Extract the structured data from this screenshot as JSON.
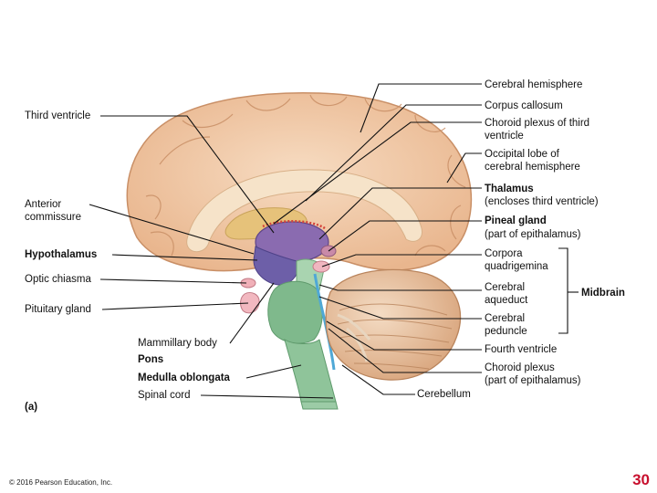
{
  "labels": {
    "cerebral_hemisphere": "Cerebral hemisphere",
    "corpus_callosum": "Corpus callosum",
    "choroid_plexus_third_1": "Choroid plexus of third",
    "choroid_plexus_third_2": "ventricle",
    "occipital_lobe_1": "Occipital lobe of",
    "occipital_lobe_2": "cerebral hemisphere",
    "thalamus": "Thalamus",
    "thalamus_note": "(encloses third ventricle)",
    "pineal_gland": "Pineal gland",
    "pineal_note": "(part of epithalamus)",
    "corpora_1": "Corpora",
    "corpora_2": "quadrigemina",
    "cerebral_aqueduct_1": "Cerebral",
    "cerebral_aqueduct_2": "aqueduct",
    "midbrain": "Midbrain",
    "cerebral_peduncle_1": "Cerebral",
    "cerebral_peduncle_2": "peduncle",
    "fourth_ventricle": "Fourth ventricle",
    "choroid_plexus_1": "Choroid plexus",
    "choroid_plexus_2": "(part of epithalamus)",
    "cerebellum": "Cerebellum",
    "third_ventricle": "Third ventricle",
    "anterior_commissure_1": "Anterior",
    "anterior_commissure_2": "commissure",
    "hypothalamus": "Hypothalamus",
    "optic_chiasma": "Optic chiasma",
    "pituitary_gland": "Pituitary gland",
    "mammillary_body": "Mammillary body",
    "pons": "Pons",
    "medulla_oblongata": "Medulla oblongata",
    "spinal_cord": "Spinal cord",
    "panel": "(a)"
  },
  "copyright": "© 2016 Pearson Education, Inc.",
  "page_number": "30",
  "colors": {
    "cerebrum": "#f1c9a6",
    "thalamus": "#8a6bb0",
    "hypothalamus": "#6d5fa8",
    "brainstem": "#8fc49a",
    "cerebellum": "#ecc9a8",
    "ventricle": "#4fa8d6",
    "page_number": "#c8102e"
  }
}
